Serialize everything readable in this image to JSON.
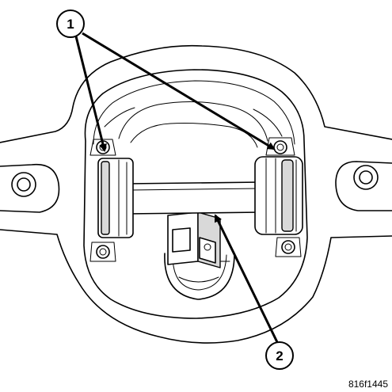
{
  "callouts": [
    {
      "number": "1"
    },
    {
      "number": "2"
    }
  ],
  "figure_id": "816f1445"
}
